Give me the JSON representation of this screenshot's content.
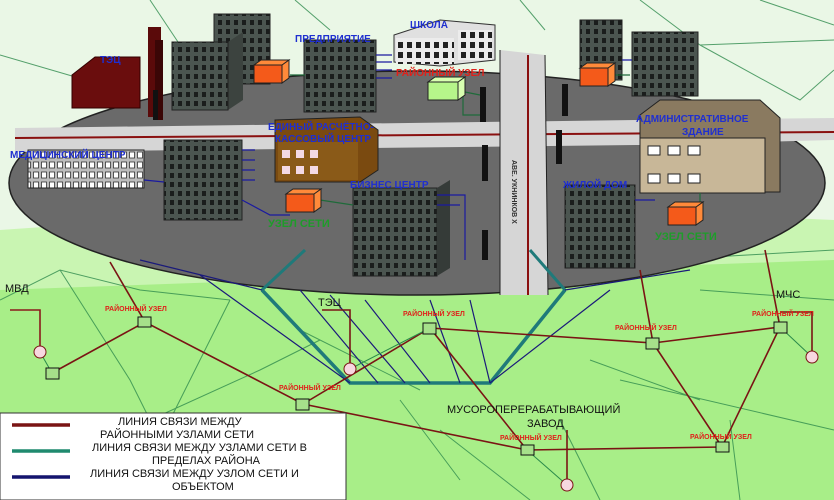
{
  "buildings": {
    "factory": "ТЭЦ",
    "enterprise": "ПРЕДПРИЯТИЕ",
    "school": "ШКОЛА",
    "district_node_center": "РАЙОННЫЙ УЗЕЛ",
    "medical": "МЕДИЦИНСКИЙ ЦЕНТР",
    "billing_line1": "ЕДИНЫЙ РАСЧЁТНО-",
    "billing_line2": "КАССОВЫЙ ЦЕНТР",
    "business": "БИЗНЕС ЦЕНТР",
    "residential": "ЖИЛОЙ ДОМ",
    "admin_line1": "АДМИНИСТРАТИВНОЕ",
    "admin_line2": "ЗДАНИЕ",
    "net_node_1": "УЗЕЛ СЕТИ",
    "net_node_2": "УЗЕЛ СЕТИ",
    "street": "АВЕ. УКНИНКОВ Х"
  },
  "outside": {
    "mvd": "МВД",
    "tec": "ТЭЦ",
    "mchs": "МЧС",
    "waste_line1": "МУСОРОПЕРЕРАБАТЫВАЮЩИЙ",
    "waste_line2": "ЗАВОД",
    "district_nodes": [
      "РАЙОННЫЙ УЗЕЛ",
      "РАЙОННЫЙ УЗЕЛ",
      "РАЙОННЫЙ УЗЕЛ",
      "РАЙОННЫЙ УЗЕЛ",
      "РАЙОННЫЙ УЗЕЛ",
      "РАЙОННЫЙ УЗЕЛ",
      "РАЙОННЫЙ УЗЕЛ"
    ]
  },
  "legend": {
    "items": [
      {
        "line1": "ЛИНИЯ СВЯЗИ МЕЖДУ",
        "line2": "РАЙОННЫМИ УЗЛАМИ СЕТИ",
        "color": "#7a1414"
      },
      {
        "line1": "ЛИНИЯ СВЯЗИ МЕЖДУ УЗЛАМИ СЕТИ В",
        "line2": "ПРЕДЕЛАХ РАЙОНА",
        "color": "#1f8a6e"
      },
      {
        "line1": "ЛИНИЯ СВЯЗИ МЕЖДУ УЗЛОМ СЕТИ И",
        "line2": "ОБЪЕКТОМ",
        "color": "#14146e"
      }
    ]
  },
  "colors": {
    "district_link": "#7a1414",
    "local_link": "#1f8a6e",
    "object_link": "#14146e",
    "ground": "#a8ee88",
    "platform": "#6e6e6e"
  }
}
